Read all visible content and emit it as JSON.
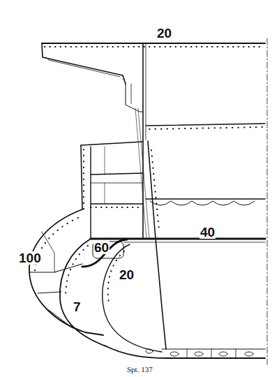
{
  "diagram": {
    "caption": "Spt. 137",
    "labels": [
      "20",
      "40",
      "60",
      "100",
      "20",
      "7"
    ]
  }
}
